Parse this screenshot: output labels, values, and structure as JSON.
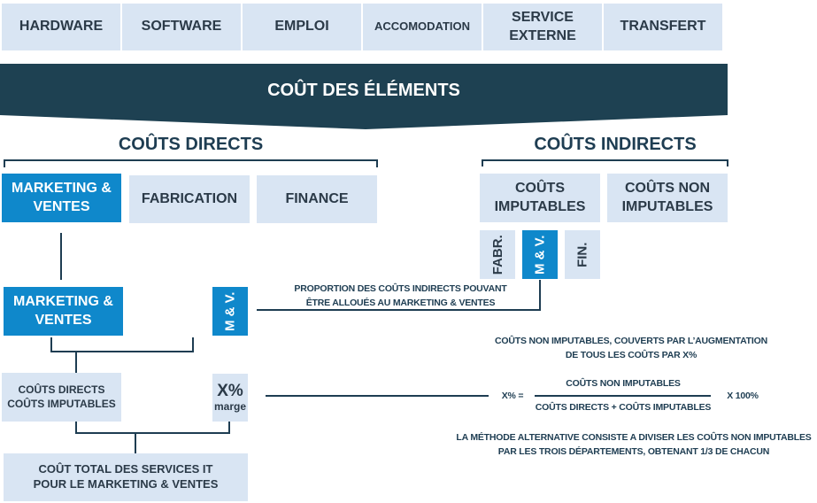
{
  "top_tabs": [
    {
      "label": "HARDWARE"
    },
    {
      "label": "SOFTWARE"
    },
    {
      "label": "EMPLOI"
    },
    {
      "label": "ACCOMODATION"
    },
    {
      "label": "SERVICE\nEXTERNE"
    },
    {
      "label": "TRANSFERT"
    }
  ],
  "banner": {
    "title": "COÛT DES ÉLÉMENTS"
  },
  "direct_costs": {
    "title": "COÛTS DIRECTS",
    "items": [
      {
        "label": "MARKETING & VENTES"
      },
      {
        "label": "FABRICATION"
      },
      {
        "label": "FINANCE"
      }
    ]
  },
  "indirect_costs": {
    "title": "COÛTS INDIRECTS",
    "items": [
      {
        "label": "COÛTS IMPUTABLES"
      },
      {
        "label": "COÛTS NON IMPUTABLES"
      }
    ],
    "departments": [
      {
        "label": "FABR."
      },
      {
        "label": "M & V."
      },
      {
        "label": "FIN."
      }
    ]
  },
  "allocation": {
    "mv_box": "MARKETING & VENTES",
    "mv_short": "M & V.",
    "proportion_note": "PROPORTION DES COÛTS INDIRECTS POUVANT\nÊTRE ALLOUÉS AU MARKETING & VENTES"
  },
  "margin": {
    "combined_box": "COÛTS DIRECTS\nCOÛTS IMPUTABLES",
    "percent": "X%",
    "label": "marge"
  },
  "total": {
    "label": "COÛT TOTAL DES SERVICES IT\nPOUR LE MARKETING & VENTES"
  },
  "formula": {
    "intro": "COÛTS NON IMPUTABLES, COUVERTS PAR L’AUGMENTATION\nDE TOUS LES COÛTS PAR X%",
    "lhs": "X% =",
    "numerator": "COÛTS NON IMPUTABLES",
    "denominator": "COÛTS DIRECTS + COÛTS IMPUTABLES",
    "multiplier": "X 100%",
    "alternative": "LA MÉTHODE ALTERNATIVE CONSISTE A DIVISER LES COÛTS NON IMPUTABLES\nPAR LES TROIS DÉPARTEMENTS, OBTENANT 1/3 DE CHACUN"
  },
  "colors": {
    "dark": "#1e4152",
    "accent_blue": "#0f88cb",
    "light_box": "#d9e5f3"
  }
}
